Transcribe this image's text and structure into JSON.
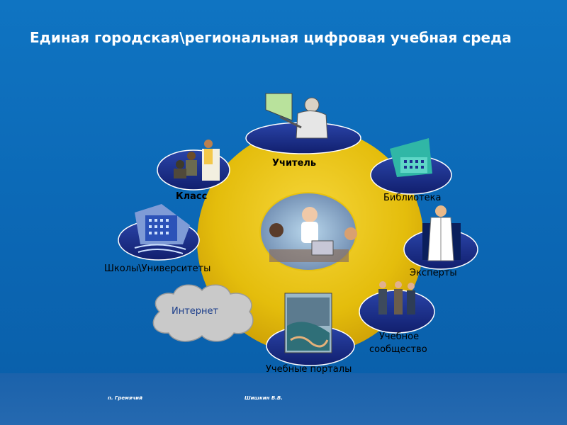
{
  "title": "Единая городская\\региональная цифровая учебная среда",
  "nodes": {
    "teacher": "Учитель",
    "class": "Класс",
    "library": "Библиотека",
    "schools": "Школы\\Университеты",
    "experts": "Эксперты",
    "internet": "Интернет",
    "community_line1": "Учебное",
    "community_line2": "сообщество",
    "portals": "Учебные порталы"
  },
  "footer": {
    "left": "п. Гремячий",
    "right": "Шишкин В.В."
  },
  "colors": {
    "background": "#0f74c2",
    "center_disc": "#e8c20f",
    "node_ellipse": "#1c2f8c",
    "cloud": "#c9c9c9"
  }
}
